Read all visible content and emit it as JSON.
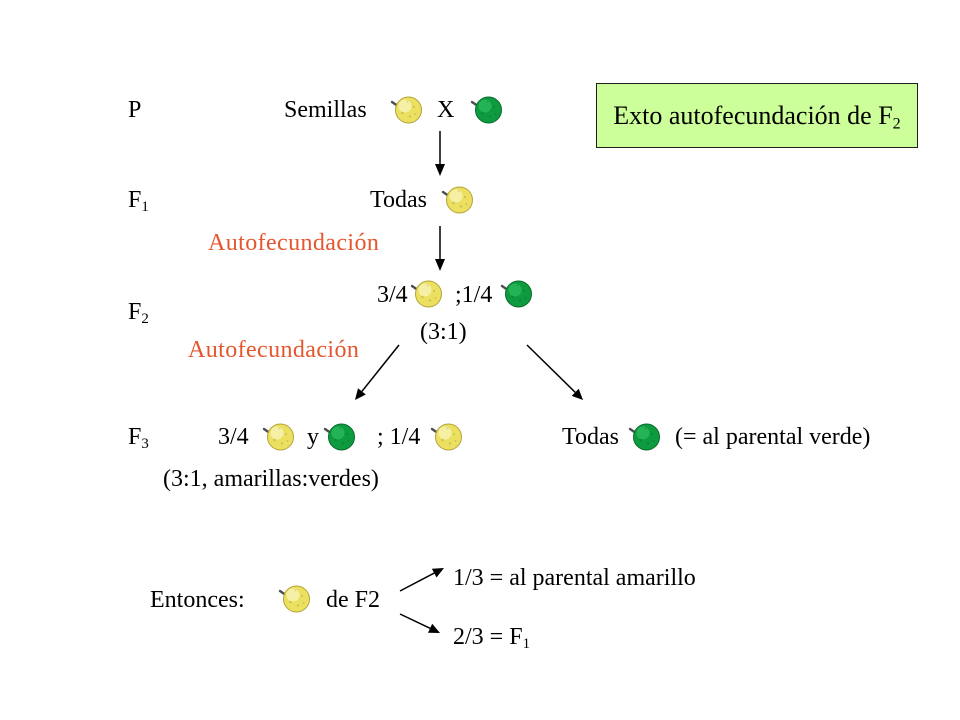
{
  "colors": {
    "background": "#ffffff",
    "text": "#000000",
    "accent": "#e4572e",
    "box_fill": "#ccff99",
    "box_border": "#1f1f1f",
    "yellow_seed": "#ece060",
    "green_seed": "#0e9a3f"
  },
  "icons": {
    "yellow_seed": "yellow-seed-icon",
    "green_seed": "green-seed-icon"
  },
  "title_box": {
    "text": "Exto autofecundación de F",
    "subscript": "2"
  },
  "generation_p": {
    "label": "P",
    "seeds_text": "Semillas",
    "cross": "X"
  },
  "generation_f1": {
    "label": "F",
    "label_subscript": "1",
    "text": "Todas"
  },
  "selfing_1": "Autofecundación",
  "generation_f2": {
    "label": "F",
    "label_subscript": "2",
    "yellow_fraction": "3/4",
    "green_fraction": ";1/4",
    "ratio": "(3:1)"
  },
  "selfing_2": "Autofecundación",
  "generation_f3": {
    "label": "F",
    "label_subscript": "3",
    "yellow_branch": {
      "fraction": "3/4",
      "conjunction": "y",
      "second_fraction": "; 1/4",
      "ratio": "(3:1, amarillas:verdes)"
    },
    "green_branch": {
      "text": "Todas",
      "note": "(= al parental verde)"
    }
  },
  "conclusion": {
    "lead": "Entonces:",
    "source": "de F2",
    "outcome_yellow_parent": "1/3 = al parental amarillo",
    "outcome_f1": "2/3 = F",
    "outcome_f1_subscript": "1"
  }
}
